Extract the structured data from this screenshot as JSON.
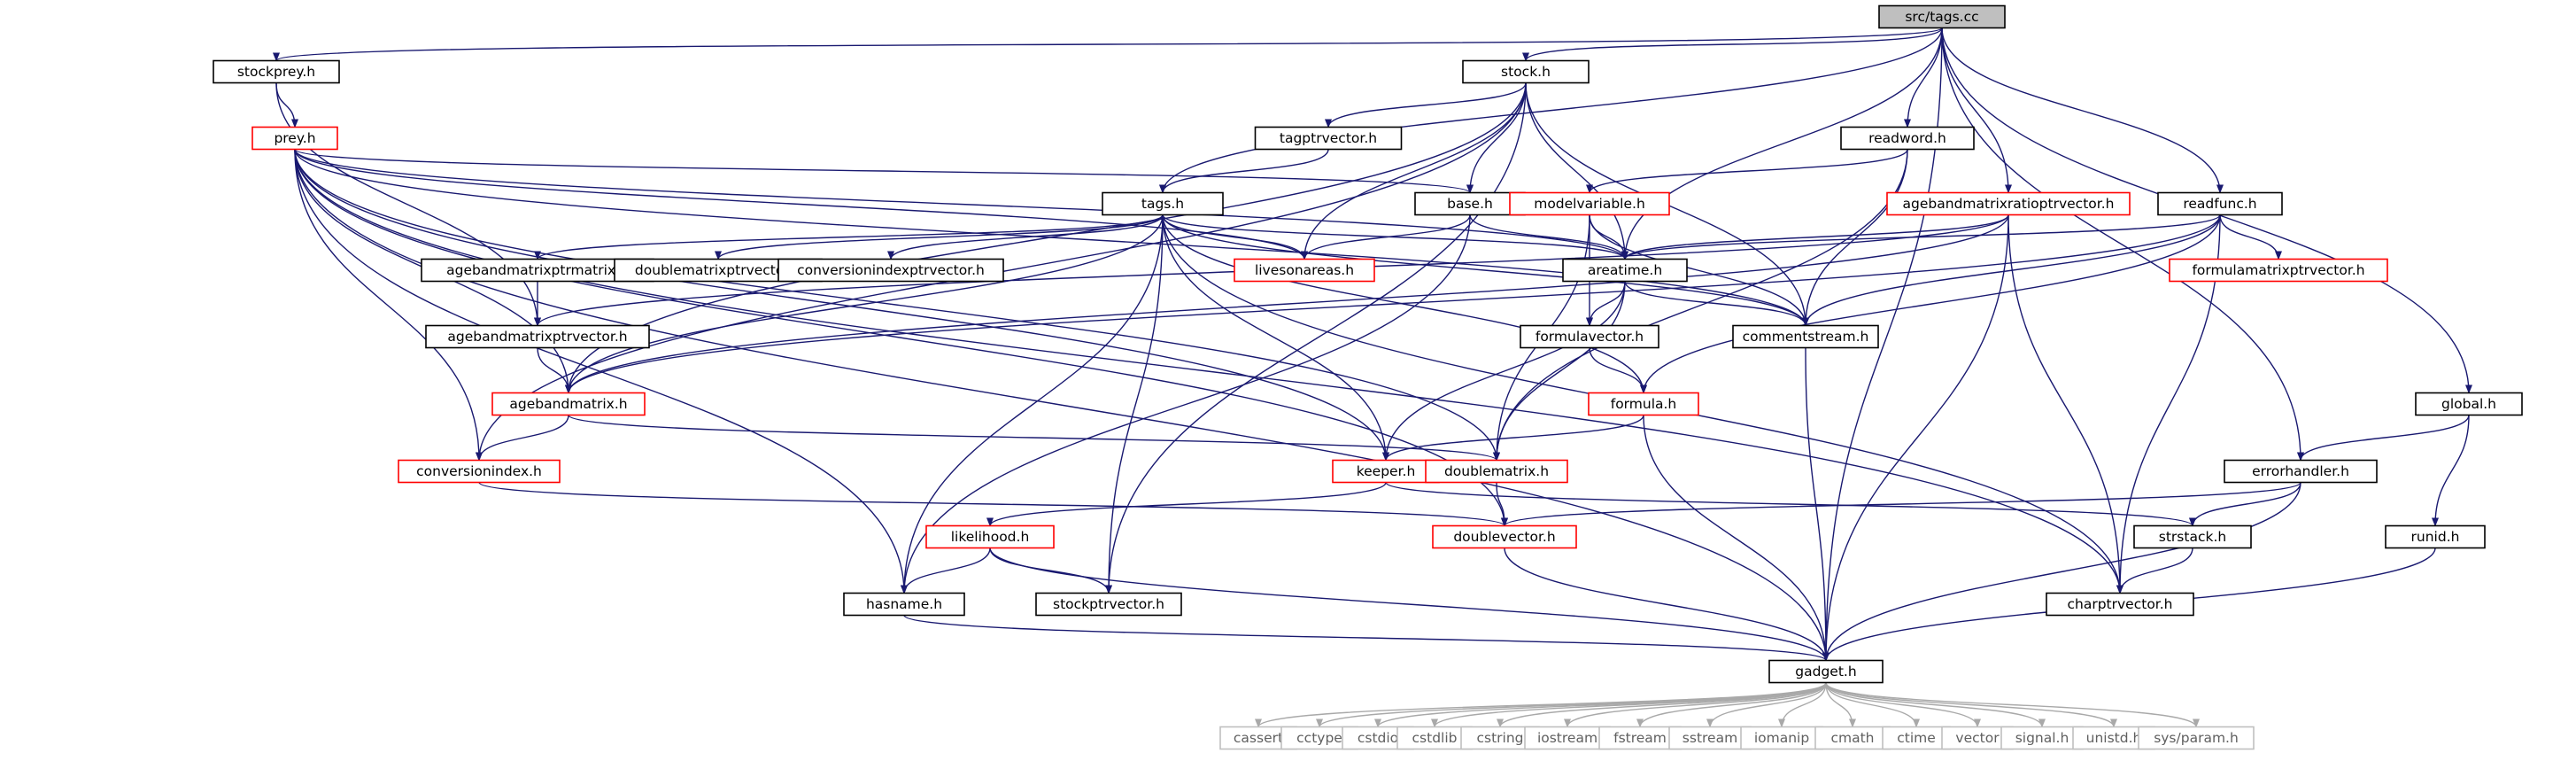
{
  "nodes": [
    {
      "id": "src_tags_cc",
      "label": "src/tags.cc",
      "style": "root"
    },
    {
      "id": "stockprey_h",
      "label": "stockprey.h",
      "style": "black"
    },
    {
      "id": "stock_h",
      "label": "stock.h",
      "style": "black"
    },
    {
      "id": "prey_h",
      "label": "prey.h",
      "style": "red"
    },
    {
      "id": "tagptrvector_h",
      "label": "tagptrvector.h",
      "style": "black"
    },
    {
      "id": "readword_h",
      "label": "readword.h",
      "style": "black"
    },
    {
      "id": "agebandmatrixratioptrvector_h",
      "label": "agebandmatrixratioptrvector.h",
      "style": "red"
    },
    {
      "id": "readfunc_h",
      "label": "readfunc.h",
      "style": "black"
    },
    {
      "id": "base_h",
      "label": "base.h",
      "style": "black"
    },
    {
      "id": "modelvariable_h",
      "label": "modelvariable.h",
      "style": "red"
    },
    {
      "id": "tags_h",
      "label": "tags.h",
      "style": "black"
    },
    {
      "id": "agebandmatrixptrmatrix_h",
      "label": "agebandmatrixptrmatrix.h",
      "style": "black"
    },
    {
      "id": "doublematrixptrvector_h",
      "label": "doublematrixptrvector.h",
      "style": "black"
    },
    {
      "id": "conversionindexptrvector_h",
      "label": "conversionindexptrvector.h",
      "style": "black"
    },
    {
      "id": "livesonareas_h",
      "label": "livesonareas.h",
      "style": "red"
    },
    {
      "id": "areatime_h",
      "label": "areatime.h",
      "style": "black"
    },
    {
      "id": "formulamatrixptrvector_h",
      "label": "formulamatrixptrvector.h",
      "style": "red"
    },
    {
      "id": "agebandmatrixptrvector_h",
      "label": "agebandmatrixptrvector.h",
      "style": "black"
    },
    {
      "id": "formulavector_h",
      "label": "formulavector.h",
      "style": "black"
    },
    {
      "id": "commentstream_h",
      "label": "commentstream.h",
      "style": "black"
    },
    {
      "id": "global_h",
      "label": "global.h",
      "style": "black"
    },
    {
      "id": "agebandmatrix_h",
      "label": "agebandmatrix.h",
      "style": "red"
    },
    {
      "id": "formula_h",
      "label": "formula.h",
      "style": "red"
    },
    {
      "id": "conversionindex_h",
      "label": "conversionindex.h",
      "style": "red"
    },
    {
      "id": "keeper_h",
      "label": "keeper.h",
      "style": "red"
    },
    {
      "id": "doublematrix_h",
      "label": "doublematrix.h",
      "style": "red"
    },
    {
      "id": "errorhandler_h",
      "label": "errorhandler.h",
      "style": "black"
    },
    {
      "id": "likelihood_h",
      "label": "likelihood.h",
      "style": "red"
    },
    {
      "id": "doublevector_h",
      "label": "doublevector.h",
      "style": "red"
    },
    {
      "id": "strstack_h",
      "label": "strstack.h",
      "style": "black"
    },
    {
      "id": "runid_h",
      "label": "runid.h",
      "style": "black"
    },
    {
      "id": "hasname_h",
      "label": "hasname.h",
      "style": "black"
    },
    {
      "id": "stockptrvector_h",
      "label": "stockptrvector.h",
      "style": "black"
    },
    {
      "id": "charptrvector_h",
      "label": "charptrvector.h",
      "style": "black"
    },
    {
      "id": "gadget_h",
      "label": "gadget.h",
      "style": "black"
    },
    {
      "id": "cassert",
      "label": "cassert",
      "style": "grey"
    },
    {
      "id": "cctype",
      "label": "cctype",
      "style": "grey"
    },
    {
      "id": "cstdio",
      "label": "cstdio",
      "style": "grey"
    },
    {
      "id": "cstdlib",
      "label": "cstdlib",
      "style": "grey"
    },
    {
      "id": "cstring",
      "label": "cstring",
      "style": "grey"
    },
    {
      "id": "iostream",
      "label": "iostream",
      "style": "grey"
    },
    {
      "id": "fstream",
      "label": "fstream",
      "style": "grey"
    },
    {
      "id": "sstream",
      "label": "sstream",
      "style": "grey"
    },
    {
      "id": "iomanip",
      "label": "iomanip",
      "style": "grey"
    },
    {
      "id": "cmath",
      "label": "cmath",
      "style": "grey"
    },
    {
      "id": "ctime",
      "label": "ctime",
      "style": "grey"
    },
    {
      "id": "vector",
      "label": "vector",
      "style": "grey"
    },
    {
      "id": "signal_h",
      "label": "signal.h",
      "style": "grey"
    },
    {
      "id": "unistd_h",
      "label": "unistd.h",
      "style": "grey"
    },
    {
      "id": "sys_param_h",
      "label": "sys/param.h",
      "style": "grey"
    }
  ],
  "edges": [
    [
      "src_tags_cc",
      "stockprey_h"
    ],
    [
      "src_tags_cc",
      "stock_h"
    ],
    [
      "src_tags_cc",
      "tags_h"
    ],
    [
      "src_tags_cc",
      "readword_h"
    ],
    [
      "src_tags_cc",
      "readfunc_h"
    ],
    [
      "src_tags_cc",
      "agebandmatrixratioptrvector_h"
    ],
    [
      "src_tags_cc",
      "areatime_h"
    ],
    [
      "src_tags_cc",
      "global_h"
    ],
    [
      "src_tags_cc",
      "errorhandler_h"
    ],
    [
      "src_tags_cc",
      "gadget_h"
    ],
    [
      "stockprey_h",
      "prey_h"
    ],
    [
      "stockprey_h",
      "agebandmatrixptrvector_h"
    ],
    [
      "stock_h",
      "tagptrvector_h"
    ],
    [
      "stock_h",
      "base_h"
    ],
    [
      "stock_h",
      "areatime_h"
    ],
    [
      "stock_h",
      "commentstream_h"
    ],
    [
      "stock_h",
      "agebandmatrix_h"
    ],
    [
      "stock_h",
      "stockptrvector_h"
    ],
    [
      "stock_h",
      "conversionindex_h"
    ],
    [
      "stock_h",
      "livesonareas_h"
    ],
    [
      "prey_h",
      "base_h"
    ],
    [
      "prey_h",
      "livesonareas_h"
    ],
    [
      "prey_h",
      "areatime_h"
    ],
    [
      "prey_h",
      "commentstream_h"
    ],
    [
      "prey_h",
      "agebandmatrix_h"
    ],
    [
      "prey_h",
      "conversionindex_h"
    ],
    [
      "prey_h",
      "doublematrix_h"
    ],
    [
      "prey_h",
      "keeper_h"
    ],
    [
      "prey_h",
      "doublevector_h"
    ],
    [
      "prey_h",
      "charptrvector_h"
    ],
    [
      "prey_h",
      "hasname_h"
    ],
    [
      "prey_h",
      "gadget_h"
    ],
    [
      "tagptrvector_h",
      "tags_h"
    ],
    [
      "readword_h",
      "modelvariable_h"
    ],
    [
      "readword_h",
      "commentstream_h"
    ],
    [
      "readword_h",
      "doublematrix_h"
    ],
    [
      "agebandmatrixratioptrvector_h",
      "areatime_h"
    ],
    [
      "agebandmatrixratioptrvector_h",
      "agebandmatrixptrvector_h"
    ],
    [
      "agebandmatrixratioptrvector_h",
      "agebandmatrix_h"
    ],
    [
      "agebandmatrixratioptrvector_h",
      "charptrvector_h"
    ],
    [
      "agebandmatrixratioptrvector_h",
      "gadget_h"
    ],
    [
      "readfunc_h",
      "areatime_h"
    ],
    [
      "readfunc_h",
      "commentstream_h"
    ],
    [
      "readfunc_h",
      "formulamatrixptrvector_h"
    ],
    [
      "readfunc_h",
      "formula_h"
    ],
    [
      "readfunc_h",
      "charptrvector_h"
    ],
    [
      "readfunc_h",
      "agebandmatrix_h"
    ],
    [
      "base_h",
      "livesonareas_h"
    ],
    [
      "base_h",
      "areatime_h"
    ],
    [
      "base_h",
      "hasname_h"
    ],
    [
      "modelvariable_h",
      "areatime_h"
    ],
    [
      "modelvariable_h",
      "formulavector_h"
    ],
    [
      "modelvariable_h",
      "commentstream_h"
    ],
    [
      "modelvariable_h",
      "doublematrix_h"
    ],
    [
      "tags_h",
      "agebandmatrixptrmatrix_h"
    ],
    [
      "tags_h",
      "doublematrixptrvector_h"
    ],
    [
      "tags_h",
      "conversionindexptrvector_h"
    ],
    [
      "tags_h",
      "livesonareas_h"
    ],
    [
      "tags_h",
      "areatime_h"
    ],
    [
      "tags_h",
      "commentstream_h"
    ],
    [
      "tags_h",
      "agebandmatrix_h"
    ],
    [
      "tags_h",
      "formula_h"
    ],
    [
      "tags_h",
      "keeper_h"
    ],
    [
      "tags_h",
      "stockptrvector_h"
    ],
    [
      "tags_h",
      "charptrvector_h"
    ],
    [
      "tags_h",
      "hasname_h"
    ],
    [
      "agebandmatrixptrmatrix_h",
      "agebandmatrixptrvector_h"
    ],
    [
      "agebandmatrixptrvector_h",
      "agebandmatrix_h"
    ],
    [
      "areatime_h",
      "formulavector_h"
    ],
    [
      "areatime_h",
      "commentstream_h"
    ],
    [
      "areatime_h",
      "keeper_h"
    ],
    [
      "areatime_h",
      "doublematrix_h"
    ],
    [
      "formulavector_h",
      "formula_h"
    ],
    [
      "commentstream_h",
      "gadget_h"
    ],
    [
      "global_h",
      "errorhandler_h"
    ],
    [
      "global_h",
      "runid_h"
    ],
    [
      "agebandmatrix_h",
      "conversionindex_h"
    ],
    [
      "agebandmatrix_h",
      "doublematrix_h"
    ],
    [
      "formula_h",
      "keeper_h"
    ],
    [
      "formula_h",
      "gadget_h"
    ],
    [
      "conversionindex_h",
      "doublevector_h"
    ],
    [
      "keeper_h",
      "likelihood_h"
    ],
    [
      "keeper_h",
      "strstack_h"
    ],
    [
      "doublematrix_h",
      "doublevector_h"
    ],
    [
      "errorhandler_h",
      "doublevector_h"
    ],
    [
      "errorhandler_h",
      "strstack_h"
    ],
    [
      "errorhandler_h",
      "gadget_h"
    ],
    [
      "likelihood_h",
      "hasname_h"
    ],
    [
      "likelihood_h",
      "stockptrvector_h"
    ],
    [
      "likelihood_h",
      "gadget_h"
    ],
    [
      "doublevector_h",
      "gadget_h"
    ],
    [
      "strstack_h",
      "charptrvector_h"
    ],
    [
      "runid_h",
      "gadget_h"
    ],
    [
      "hasname_h",
      "gadget_h"
    ],
    [
      "gadget_h",
      "cassert"
    ],
    [
      "gadget_h",
      "cctype"
    ],
    [
      "gadget_h",
      "cstdio"
    ],
    [
      "gadget_h",
      "cstdlib"
    ],
    [
      "gadget_h",
      "cstring"
    ],
    [
      "gadget_h",
      "iostream"
    ],
    [
      "gadget_h",
      "fstream"
    ],
    [
      "gadget_h",
      "sstream"
    ],
    [
      "gadget_h",
      "iomanip"
    ],
    [
      "gadget_h",
      "cmath"
    ],
    [
      "gadget_h",
      "ctime"
    ],
    [
      "gadget_h",
      "vector"
    ],
    [
      "gadget_h",
      "signal_h"
    ],
    [
      "gadget_h",
      "unistd_h"
    ],
    [
      "gadget_h",
      "sys_param_h"
    ]
  ]
}
